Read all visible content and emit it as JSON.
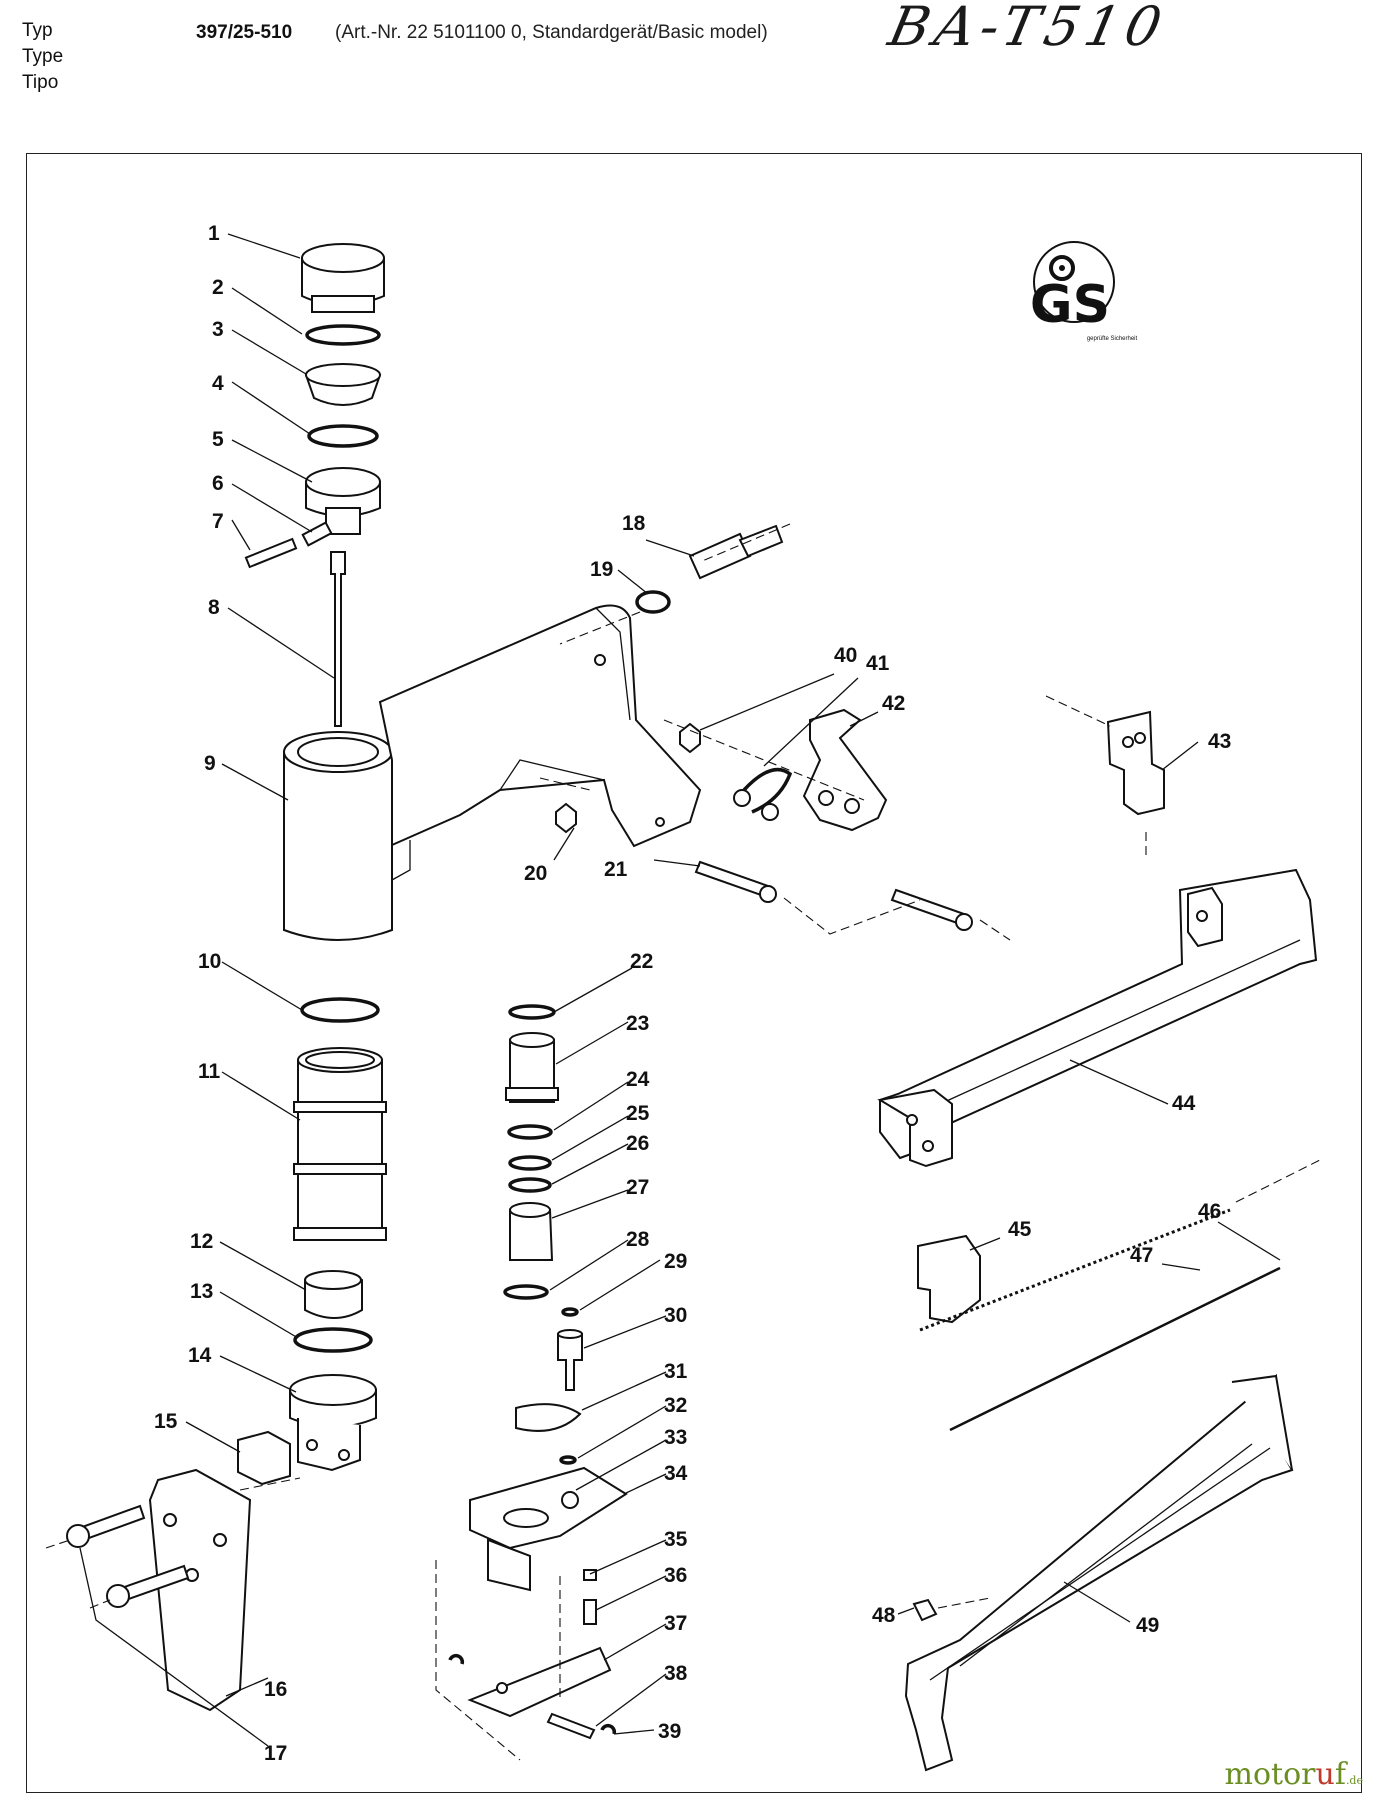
{
  "header": {
    "labels": [
      "Typ",
      "Type",
      "Tipo"
    ],
    "model": "397/25-510",
    "article": "(Art.-Nr. 22 5101100 0, Standardgerät/Basic model)",
    "handwritten": "BA-T510"
  },
  "seal": {
    "text": "GS",
    "caption": "geprüfte Sicherheit"
  },
  "watermark": {
    "pre": "motor",
    "accent": "u",
    "post": "f",
    "suffix": ".de"
  },
  "parts": {
    "p1": "1",
    "p2": "2",
    "p3": "3",
    "p4": "4",
    "p5": "5",
    "p6": "6",
    "p7": "7",
    "p8": "8",
    "p9": "9",
    "p10": "10",
    "p11": "11",
    "p12": "12",
    "p13": "13",
    "p14": "14",
    "p15": "15",
    "p16": "16",
    "p17": "17",
    "p18": "18",
    "p19": "19",
    "p20": "20",
    "p21": "21",
    "p22": "22",
    "p23": "23",
    "p24": "24",
    "p25": "25",
    "p26": "26",
    "p27": "27",
    "p28": "28",
    "p29": "29",
    "p30": "30",
    "p31": "31",
    "p32": "32",
    "p33": "33",
    "p34": "34",
    "p35": "35",
    "p36": "36",
    "p37": "37",
    "p38": "38",
    "p39": "39",
    "p40": "40",
    "p41": "41",
    "p42": "42",
    "p43": "43",
    "p44": "44",
    "p45": "45",
    "p46": "46",
    "p47": "47",
    "p48": "48",
    "p49": "49"
  }
}
